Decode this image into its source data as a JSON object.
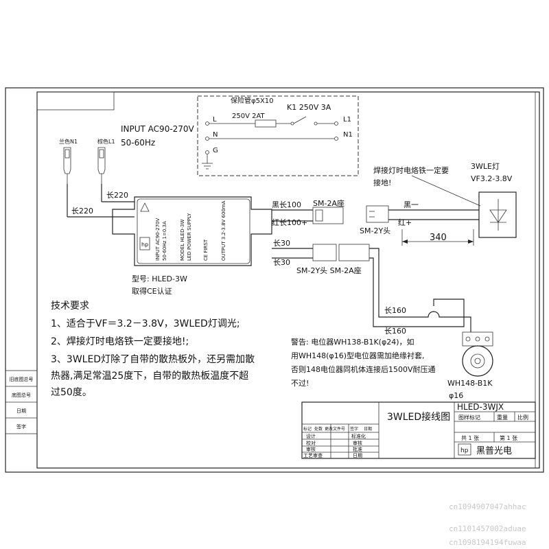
{
  "fuse_box": {
    "fuse": "保险管φ5X10",
    "fuse_rating": "250V 2AT",
    "switch": "K1 250V 3A",
    "term_l": "L",
    "term_n": "N",
    "term_g": "G",
    "term_l1": "L1",
    "term_n1": "N1"
  },
  "input": {
    "line1": "INPUT AC90-270V",
    "line2": "50-60Hz"
  },
  "wires": {
    "blue_n1": "兰色N1",
    "brown_l1": "棕色L1",
    "len220_a": "长220",
    "len220_b": "长220",
    "black100": "黑长100",
    "red100": "红长100+",
    "sm2a_seat": "SM-2A座",
    "sm2y_head": "SM-2Y头",
    "len30_a": "长30",
    "len30_b": "长30",
    "sm2y_sm2a": "SM-2Y头 SM-2A座",
    "len160_a": "长160",
    "len160_b": "长160",
    "black_minus": "黑一",
    "red_plus": "红+",
    "dim340": "340"
  },
  "led": {
    "title": "3WLE灯",
    "vf": "VF3.2-3.8V",
    "solder1": "焊接灯时电烙铁一定要",
    "solder2": "接地!"
  },
  "driver": {
    "model_label": "型号: HLED-3W",
    "ce_label": "取得CE认证",
    "brand": "hp",
    "body_lines": [
      "INPUT AC90-270V",
      "50-60Hz 1=0.3A",
      "MODEL HLED-3W",
      "LED POWER SUPPLY",
      "CE FIRST",
      "OUTPUT 3.2-3.8V 600mA"
    ]
  },
  "notes": {
    "title": "技术要求",
    "line1": "1、适合于VF＝3.2－3.8V，3WLED灯调光;",
    "line2": "2、焊接灯时电烙铁一定要接地!;",
    "line3a": "3、3WLED灯除了自带的散热板外，还另需加散",
    "line3b": "热器,满足常温25度下，自带的散热板温度不超",
    "line3c": "过50度。"
  },
  "warning": {
    "line1": "警告: 电位器WH138-B1K(φ24)，如",
    "line2": "用WH148(φ16)型电位器需加绝缘衬套,",
    "line3": "否则148电位器同机体连接后1500V耐压通",
    "line4": "不过!"
  },
  "pot": {
    "model": "WH148-B1K",
    "dia": "φ16"
  },
  "title_block": {
    "drawing_name": "3WLED接线图",
    "code": "HLED-3WJX",
    "stage_headers": [
      "图样标记",
      "重量",
      "比例"
    ],
    "sheet_total": "共 1 张",
    "sheet_no": "第 1 张",
    "company": "黑普光电",
    "logo": "hp",
    "rev_headers": [
      "标记",
      "处数",
      "更改文件号",
      "签字",
      "日期"
    ],
    "roles_left": [
      "设计",
      "校对",
      "审核",
      "工艺审查"
    ],
    "roles_right": [
      "标准化",
      "审核",
      "批准",
      "日期"
    ]
  },
  "left_strip": [
    "旧底图总号",
    "底图总号",
    "日期",
    "签字"
  ],
  "watermarks": [
    "cn1094907047ahhac",
    "cn1101457002aduae",
    "cn1098194194fuwaa"
  ]
}
